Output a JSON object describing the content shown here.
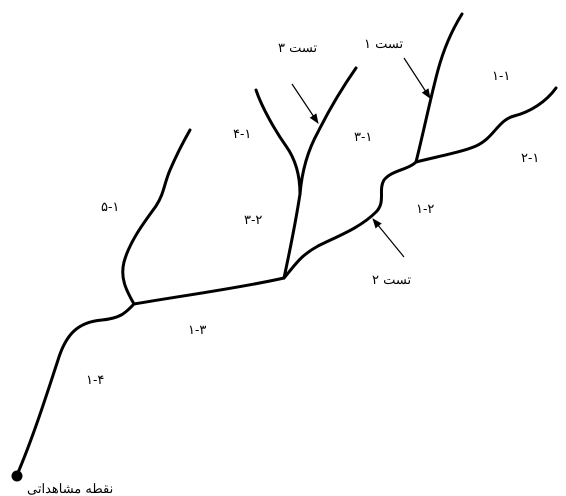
{
  "diagram": {
    "labels": {
      "segment_1_1": "۱-۱",
      "segment_2_1": "۲-۱",
      "segment_1_2": "۱-۲",
      "segment_3_1": "۳-۱",
      "segment_4_1": "۴-۱",
      "segment_3_2": "۳-۲",
      "segment_5_1": "۵-۱",
      "segment_1_3": "۱-۳",
      "segment_1_4": "۱-۴",
      "test_1": "تست ۱",
      "test_2": "تست ۲",
      "test_3": "تست ۳",
      "observation_point": "نقطه مشاهداتی"
    },
    "colors": {
      "line": "#000000",
      "background": "#ffffff"
    }
  }
}
